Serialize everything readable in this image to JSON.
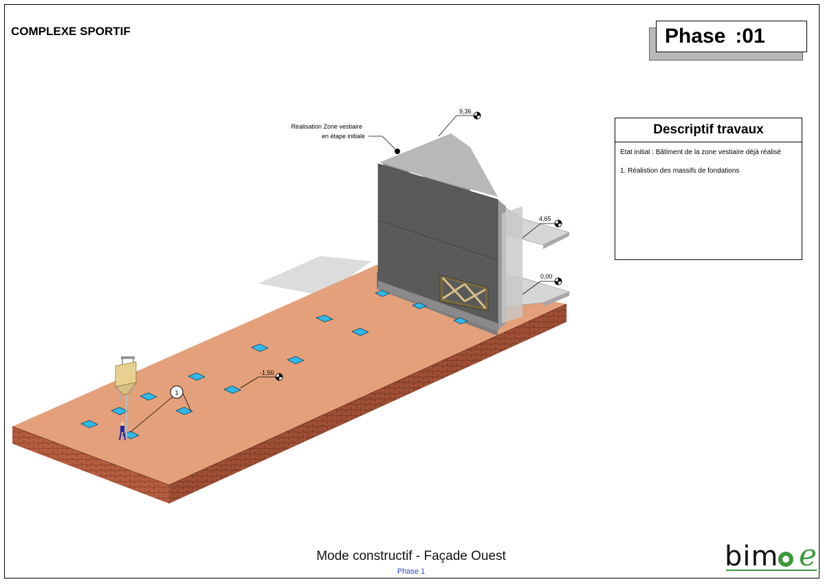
{
  "header": {
    "project_title": "COMPLEXE SPORTIF",
    "phase_label": "Phase",
    "phase_sep": ":",
    "phase_number": "01"
  },
  "descriptif": {
    "title": "Descriptif travaux",
    "lines": [
      "Etat initial : Bâtiment  de la zone vestiaire déjà réalisé",
      "1. Réalistion des massifs de fondations"
    ]
  },
  "annotations": {
    "vestiaire_line1": "Réalisation Zone vestiaire",
    "vestiaire_line2": "en étape initiale",
    "level_top": "9,36",
    "level_mid": "4,65",
    "level_ground": "0,00",
    "level_foundation": "-1,50",
    "callout_tag": "1"
  },
  "footer": {
    "view_title": "Mode constructif - Façade Ouest",
    "view_subtitle": "Phase 1"
  },
  "logo": {
    "text": "bim",
    "suffix": "e"
  },
  "colors": {
    "platform_top": "#e3a07a",
    "brick_side": "#b55d40",
    "wall_grey": "#5a5a5a",
    "slab_grey": "#d8d8d8",
    "footing_blue": "#2fb8e8",
    "logo_green": "#3a9a3a"
  }
}
